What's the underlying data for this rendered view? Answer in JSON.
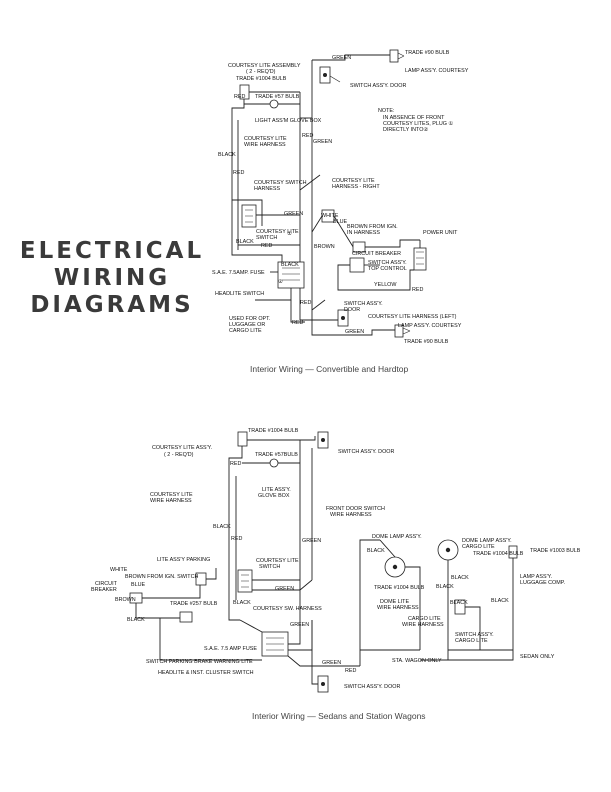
{
  "title": {
    "line1": "ELECTRICAL",
    "line2": "WIRING",
    "line3": "DIAGRAMS"
  },
  "diagram1": {
    "caption": "Interior Wiring — Convertible and Hardtop",
    "labels": {
      "courtesy_lite_assembly": "COURTESY LITE ASSEMBLY",
      "two_reqd": "( 2 - REQ'D)",
      "trade_1004": "TRADE #1004 BULB",
      "red_a": "RED",
      "trade_57": "TRADE #57 BULB",
      "light_assm_glove_box": "LIGHT ASS'M GLOVE BOX",
      "courtesy_lite": "COURTESY LITE",
      "wire_harness": "WIRE HARNESS",
      "black_a": "BLACK",
      "red_b": "RED",
      "courtesy_switch": "COURTESY SWITCH",
      "harness": "HARNESS",
      "green_a": "GREEN",
      "courtesy_lite_switch_1": "COURTESY LITE",
      "courtesy_lite_switch_2": "SWITCH",
      "black_b": "BLACK",
      "red_c": "RED",
      "sae_fuse": "S.A.E. 7.5AMP. FUSE",
      "black_c": "BLACK",
      "headlite_switch": "HEADLITE SWITCH",
      "used_for_1": "USED FOR OPT.",
      "used_for_2": "LUGGAGE OR",
      "used_for_3": "CARGO LITE",
      "red_d": "RED",
      "red_e": "RED",
      "green_top": "GREEN",
      "trade_90_top": "TRADE #90 BULB",
      "lamp_assy_courtesy_top": "LAMP ASS'Y. COURTESY",
      "switch_assy_door_top": "SWITCH ASS'Y. DOOR",
      "note_1": "NOTE:",
      "note_2": "IN ABSENCE OF FRONT",
      "note_3": "COURTESY LITES, PLUG ①",
      "note_4": "DIRECTLY INTO②",
      "red_f": "RED",
      "green_b": "GREEN",
      "courtesy_lite_harness_right_1": "COURTESY LITE",
      "courtesy_lite_harness_right_2": "HARNESS - RIGHT",
      "white": "WHITE",
      "blue": "BLUE",
      "brown_from_ign_1": "BROWN FROM IGN.",
      "brown_from_ign_2": "IN HARNESS",
      "brown": "BROWN",
      "circuit_breaker": "CIRCUIT BREAKER",
      "power_unit": "POWER UNIT",
      "switch_assy_top_control_1": "SWITCH ASS'Y.",
      "switch_assy_top_control_2": "TOP CONTROL",
      "yellow": "YELLOW",
      "red_g": "RED",
      "switch_assy_door_bottom_1": "SWITCH ASS'Y.",
      "switch_assy_door_bottom_2": "DOOR",
      "courtesy_lite_harness_left": "COURTESY LITE HARNESS (LEFT)",
      "lamp_assy_courtesy_bottom": "LAMP ASS'Y. COURTESY",
      "green_c": "GREEN",
      "trade_90_bottom": "TRADE #90 BULB",
      "plug_1": "①",
      "plug_2": "②"
    }
  },
  "diagram2": {
    "caption": "Interior Wiring — Sedans and Station Wagons",
    "labels": {
      "courtesy_lite_assy": "COURTESY LITE ASS'Y.",
      "two_reqd": "( 2 - REQ'D)",
      "trade_1004_a": "TRADE #1004 BULB",
      "red_a": "RED",
      "trade_57": "TRADE #57BULB",
      "switch_assy_door_top": "SWITCH ASS'Y. DOOR",
      "lite_assy_1": "LITE ASS'Y.",
      "lite_assy_2": "GLOVE BOX",
      "courtesy_lite_1": "COURTESY LITE",
      "courtesy_lite_2": "WIRE HARNESS",
      "black_a": "BLACK",
      "red_b": "RED",
      "front_door_switch_1": "FRONT DOOR SWITCH",
      "front_door_switch_2": "WIRE HARNESS",
      "green_a": "GREEN",
      "lite_assy_parking": "LITE ASS'Y PARKING",
      "white": "WHITE",
      "brown_from_ign": "BROWN FROM IGN. SWITCH",
      "blue": "BLUE",
      "circuit_1": "CIRCUIT",
      "circuit_2": "BREAKER",
      "brown": "BROWN",
      "black_b": "BLACK",
      "trade_257": "TRADE #257 BULB",
      "courtesy_lite_switch_1": "COURTESY LITE",
      "courtesy_lite_switch_2": "SWITCH",
      "green_b": "GREEN",
      "black_c": "BLACK",
      "courtesy_sw_harness": "COURTESY SW. HARNESS",
      "green_c": "GREEN",
      "sae_fuse": "S.A.E. 7.5 AMP FUSE",
      "switch_parking_brake": "SWITCH PARKING BRAKE WARNING LITE",
      "headlite_cluster": "HEADLITE & INST. CLUSTER SWITCH",
      "green_d": "GREEN",
      "red_c": "RED",
      "switch_assy_door_bottom": "SWITCH ASS'Y. DOOR",
      "black_d": "BLACK",
      "dome_lamp_assy": "DOME LAMP ASS'Y.",
      "trade_1004_b": "TRADE #1004 BULB",
      "dome_lite_1": "DOME LITE",
      "dome_lite_2": "WIRE HARNESS",
      "cargo_lite_1": "CARGO LITE",
      "cargo_lite_2": "WIRE HARNESS",
      "sta_wagon_only": "STA. WAGON ONLY",
      "dome_lamp_cargo_1": "DOME LAMP ASS'Y.",
      "dome_lamp_cargo_2": "CARGO LITE",
      "trade_1004_c": "TRADE #1004 BULB",
      "black_e": "BLACK",
      "black_f": "BLACK",
      "black_g": "BLACK",
      "switch_assy_cargo_1": "SWITCH ASS'Y.",
      "switch_assy_cargo_2": "CARGO LITE",
      "trade_1003": "TRADE #1003 BULB",
      "lamp_assy_luggage_1": "LAMP ASS'Y.",
      "lamp_assy_luggage_2": "LUGGAGE COMP.",
      "black_h": "BLACK",
      "sedan_only": "SEDAN ONLY"
    }
  }
}
